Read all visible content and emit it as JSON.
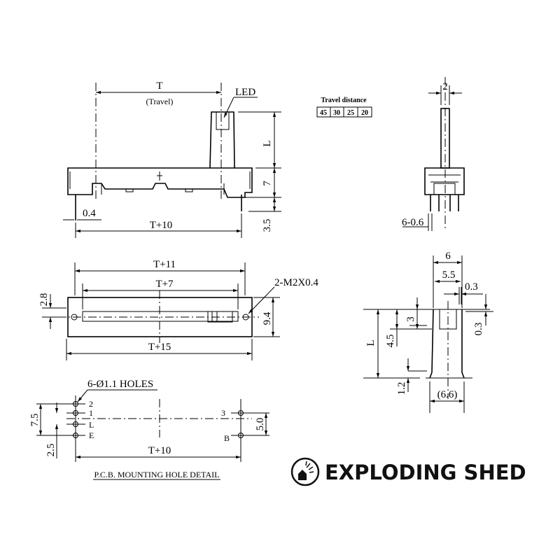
{
  "front_view": {
    "travel_label": "T",
    "travel_sub": "(Travel)",
    "led_label": "LED",
    "height_label": "L",
    "body_height": "7",
    "pin_length": "3.5",
    "pin_width": "0.4",
    "pin_span": "T+10"
  },
  "travel_table": {
    "title": "Travel distance",
    "values": [
      "45",
      "30",
      "25",
      "20"
    ]
  },
  "end_view": {
    "shaft_width": "2",
    "pin_label": "6-0.6"
  },
  "top_view": {
    "outer": "T+11",
    "slot": "T+7",
    "total": "T+15",
    "hole_offset": "2.8",
    "width": "9.4",
    "screw_label": "2-M2X0.4"
  },
  "side_detail": {
    "width": "6",
    "inner_width": "5.5",
    "gap": "0.3",
    "gap_v": "0.3",
    "height_label": "L",
    "depth1": "3",
    "depth2": "4.5",
    "bottom": "1.2",
    "base": "(6.6)"
  },
  "pcb": {
    "holes_label": "6-Ø1.1 HOLES",
    "pins_left": [
      "2",
      "1",
      "L",
      "E"
    ],
    "pins_right": [
      "3",
      "B"
    ],
    "dim_a": "7.5",
    "dim_b": "2.5",
    "dim_c": "5.0",
    "span": "T+10",
    "title": "P.C.B. MOUNTING HOLE DETAIL"
  },
  "logo": {
    "text": "EXPLODING SHED"
  }
}
